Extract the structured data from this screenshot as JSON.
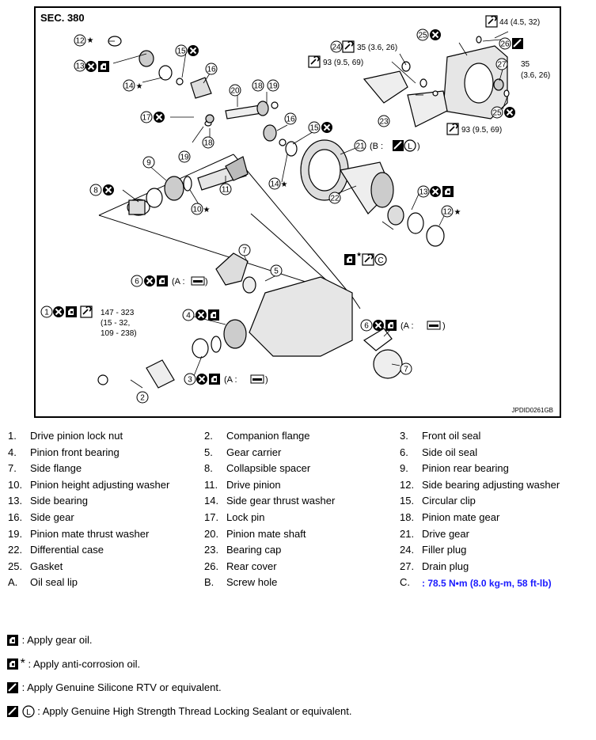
{
  "figure": {
    "section": "SEC. 380",
    "figure_id": "JPDID0261GB",
    "callouts": {
      "n1": "1",
      "n2": "2",
      "n3": "3",
      "n4": "4",
      "n5": "5",
      "n6": "6",
      "n7": "7",
      "n8": "8",
      "n9": "9",
      "n10": "10",
      "n11": "11",
      "n12": "12",
      "n13": "13",
      "n14": "14",
      "n15": "15",
      "n16": "16",
      "n17": "17",
      "n18": "18",
      "n19": "19",
      "n20": "20",
      "n21": "21",
      "n22": "22",
      "n23": "23",
      "n24": "24",
      "n25": "25",
      "n26": "26",
      "n27": "27"
    },
    "texts": {
      "t44": "44 (4.5, 32)",
      "t35a": "35 (3.6, 26)",
      "t93a": "93 (9.5, 69)",
      "t35b": "35",
      "t35b2": "(3.6, 26)",
      "t93b": "93 (9.5, 69)",
      "t147": "147 - 323",
      "t147b": "(15 - 32,",
      "t147c": "109 - 238)",
      "b21": "(B :",
      "a6": "(A :",
      "a6b": "(A :",
      "a3": "(A :",
      "star": "★",
      "close": ")"
    }
  },
  "legend": [
    [
      {
        "n": "1.",
        "t": "Drive pinion lock nut"
      },
      {
        "n": "2.",
        "t": "Companion flange"
      },
      {
        "n": "3.",
        "t": "Front oil seal"
      }
    ],
    [
      {
        "n": "4.",
        "t": "Pinion front bearing"
      },
      {
        "n": "5.",
        "t": "Gear carrier"
      },
      {
        "n": "6.",
        "t": "Side oil seal"
      }
    ],
    [
      {
        "n": "7.",
        "t": "Side flange"
      },
      {
        "n": "8.",
        "t": "Collapsible spacer"
      },
      {
        "n": "9.",
        "t": "Pinion rear bearing"
      }
    ],
    [
      {
        "n": "10.",
        "t": "Pinion height adjusting washer"
      },
      {
        "n": "11.",
        "t": "Drive pinion"
      },
      {
        "n": "12.",
        "t": "Side bearing adjusting washer"
      }
    ],
    [
      {
        "n": "13.",
        "t": "Side bearing"
      },
      {
        "n": "14.",
        "t": "Side gear thrust washer"
      },
      {
        "n": "15.",
        "t": "Circular clip"
      }
    ],
    [
      {
        "n": "16.",
        "t": "Side gear"
      },
      {
        "n": "17.",
        "t": "Lock pin"
      },
      {
        "n": "18.",
        "t": "Pinion mate gear"
      }
    ],
    [
      {
        "n": "19.",
        "t": "Pinion mate thrust washer"
      },
      {
        "n": "20.",
        "t": "Pinion mate shaft"
      },
      {
        "n": "21.",
        "t": "Drive gear"
      }
    ],
    [
      {
        "n": "22.",
        "t": "Differential case"
      },
      {
        "n": "23.",
        "t": "Bearing cap"
      },
      {
        "n": "24.",
        "t": "Filler plug"
      }
    ],
    [
      {
        "n": "25.",
        "t": "Gasket"
      },
      {
        "n": "26.",
        "t": "Rear cover"
      },
      {
        "n": "27.",
        "t": "Drain plug"
      }
    ],
    [
      {
        "n": "A.",
        "t": "Oil seal lip"
      },
      {
        "n": "B.",
        "t": "Screw hole"
      },
      {
        "n": "C.",
        "t": ": 78.5 N•m (8.0 kg-m, 58 ft-lb)"
      }
    ]
  ],
  "notes": {
    "gear_oil": ": Apply gear oil.",
    "anti_corrosion": ": Apply anti-corrosion oil.",
    "silicone": ": Apply Genuine Silicone RTV or equivalent.",
    "thread_lock": ": Apply Genuine High Strength Thread Locking Sealant or equivalent."
  },
  "icons": [
    "oil-can-icon",
    "no-reuse-icon",
    "torque-wrench-icon",
    "sealant-tube-icon",
    "thread-lock-icon",
    "star-icon"
  ],
  "colors": {
    "torque_text": "#1a1aff",
    "line": "#000000"
  }
}
